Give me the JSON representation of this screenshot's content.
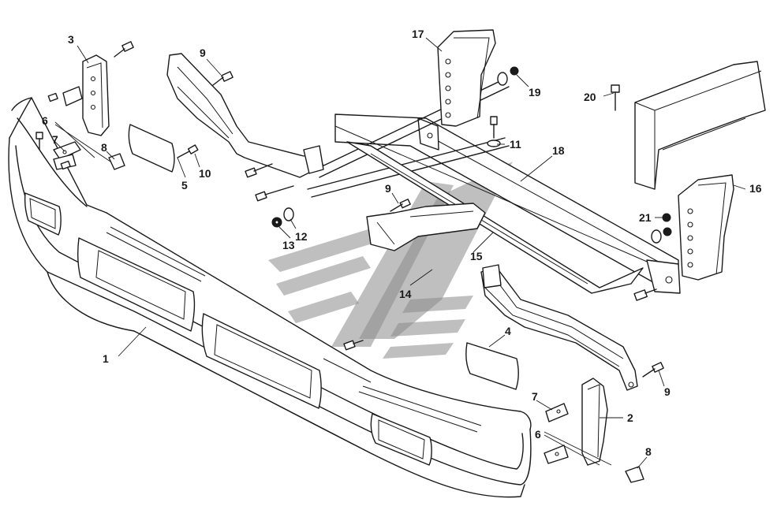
{
  "diagram": {
    "type": "exploded-parts-view",
    "callouts": [
      {
        "id": "c1",
        "label": "1"
      },
      {
        "id": "c2",
        "label": "2"
      },
      {
        "id": "c3",
        "label": "3"
      },
      {
        "id": "c4",
        "label": "4"
      },
      {
        "id": "c5",
        "label": "5"
      },
      {
        "id": "c6a",
        "label": "6"
      },
      {
        "id": "c6b",
        "label": "6"
      },
      {
        "id": "c7a",
        "label": "7"
      },
      {
        "id": "c7b",
        "label": "7"
      },
      {
        "id": "c8a",
        "label": "8"
      },
      {
        "id": "c8b",
        "label": "8"
      },
      {
        "id": "c9a",
        "label": "9"
      },
      {
        "id": "c9b",
        "label": "9"
      },
      {
        "id": "c9c",
        "label": "9"
      },
      {
        "id": "c10",
        "label": "10"
      },
      {
        "id": "c11",
        "label": "11"
      },
      {
        "id": "c12",
        "label": "12"
      },
      {
        "id": "c13",
        "label": "13"
      },
      {
        "id": "c14",
        "label": "14"
      },
      {
        "id": "c15",
        "label": "15"
      },
      {
        "id": "c16",
        "label": "16"
      },
      {
        "id": "c17",
        "label": "17"
      },
      {
        "id": "c18",
        "label": "18"
      },
      {
        "id": "c19",
        "label": "19"
      },
      {
        "id": "c20",
        "label": "20"
      },
      {
        "id": "c21",
        "label": "21"
      }
    ],
    "colors": {
      "line": "#1a1a1a",
      "background": "#ffffff",
      "watermark": "#8a8a8a"
    }
  }
}
